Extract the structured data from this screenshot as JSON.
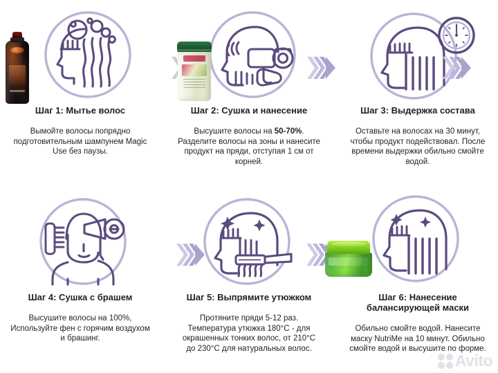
{
  "theme": {
    "outline_color": "#5b4a7e",
    "circle_color": "#b9b4d6",
    "arrow_color": "#a9a4cd",
    "text_color": "#231f20",
    "background": "#ffffff"
  },
  "watermark": {
    "label": "Avito",
    "icon": "avito-dots-icon"
  },
  "steps": [
    {
      "id": "step-1",
      "title": "Шаг 1: Мытье волос",
      "body": "Вымойте волосы попрядно подготовительным шампунем Magic Use без паузы.",
      "icons": [
        "head-profile-icon",
        "bubbles-icon",
        "wavy-hair-icon"
      ],
      "product": "shampoo-bottle-dark",
      "arrow_after": true
    },
    {
      "id": "step-2",
      "title": "Шаг 2: Сушка и нанесение",
      "body_parts": [
        {
          "text": "Высушите волосы на ",
          "bold": false
        },
        {
          "text": "50-70%",
          "bold": true
        },
        {
          "text": ". Разделите волосы на зоны и нанесите продукт  на пряди, отступая 1 см от корней.",
          "bold": false
        }
      ],
      "icons": [
        "head-profile-icon",
        "hairdryer-icon",
        "hand-icon"
      ],
      "product": "treatment-jar-white-green",
      "arrow_after": true
    },
    {
      "id": "step-3",
      "title": "Шаг 3: Выдержка состава",
      "body": "Оставьте на волосах на 30 минут, чтобы продукт подействовал. После времени выдержки обильно смойте водой.",
      "icons": [
        "head-profile-icon",
        "straight-hair-icon",
        "clock-timer-icon"
      ],
      "product": null,
      "arrow_after": true
    },
    {
      "id": "step-4",
      "title": "Шаг 4: Сушка с брашем",
      "body": "Высушите волосы на 100%, Используйте фен с горячим воздухом и брашинг.",
      "icons": [
        "person-front-icon",
        "round-brush-icon",
        "hairdryer-icon"
      ],
      "product": null,
      "arrow_after": true
    },
    {
      "id": "step-5",
      "title": "Шаг 5: Выпрямите утюжком",
      "body": "Протяните пряди 5-12 раз. Температура утюжка 180°C - для окрашенных тонких волос, от 210°C до 230°C для натуральных волос.",
      "icons": [
        "head-profile-icon",
        "flat-iron-icon",
        "sparkle-icon"
      ],
      "product": null,
      "arrow_after": true
    },
    {
      "id": "step-6",
      "title_line_1": "Шаг 6: Нанесение",
      "title_line_2": "балансирующей маски",
      "body": "Обильно смойте водой. Нанесите маску NutriMe на 10 минут. Обильно смойте водой и высушите по форме.",
      "icons": [
        "head-profile-icon",
        "straight-hair-icon",
        "sparkle-icon"
      ],
      "product": "mask-jar-green",
      "arrow_after": false
    }
  ]
}
